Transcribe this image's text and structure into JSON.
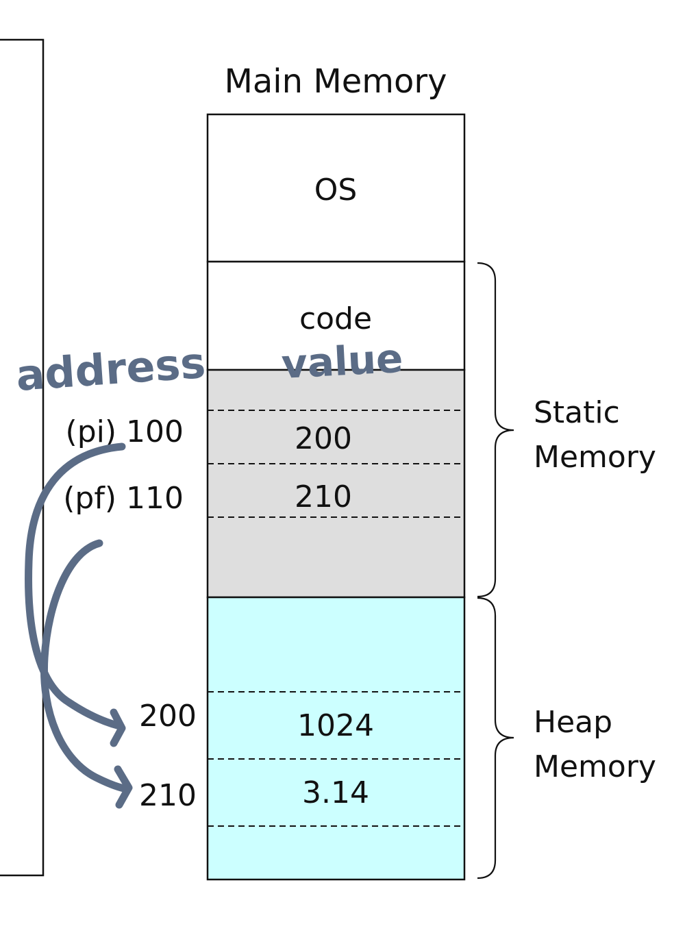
{
  "title": "Main Memory",
  "sections": {
    "os": "OS",
    "code": "code"
  },
  "static_cells": [
    {
      "address": "(pi) 100",
      "value": "200"
    },
    {
      "address": "(pf) 110",
      "value": "210"
    }
  ],
  "heap_cells": [
    {
      "address": "200",
      "value": "1024"
    },
    {
      "address": "210",
      "value": "3.14"
    }
  ],
  "brace_labels": {
    "static_line1": "Static",
    "static_line2": "Memory",
    "heap_line1": "Heap",
    "heap_line2": "Memory"
  },
  "annotations": {
    "address": "address",
    "value": "value"
  },
  "colors": {
    "static_fill": "#dedede",
    "heap_fill": "#ccffff",
    "ink": "#5b6c86",
    "line": "#111111"
  }
}
